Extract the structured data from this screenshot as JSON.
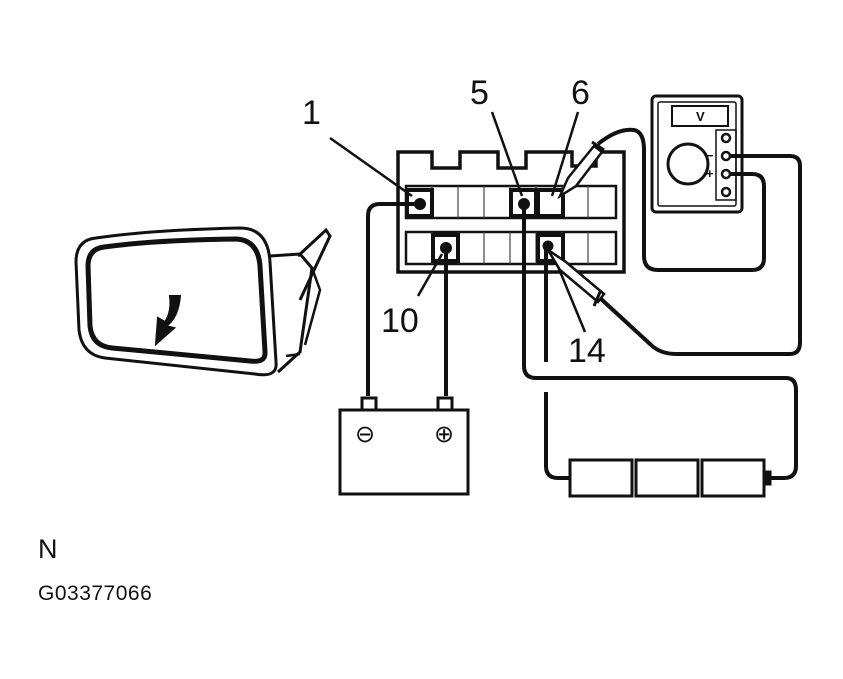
{
  "labels": {
    "pin_1": "1",
    "pin_5": "5",
    "pin_6": "6",
    "pin_10": "10",
    "pin_14": "14"
  },
  "battery": {
    "negative": "⊖",
    "positive": "⊕"
  },
  "voltmeter": {
    "display": "V",
    "minus_mark": "−",
    "plus_mark": "+"
  },
  "view_letter": "N",
  "figure_code": "G03377066"
}
